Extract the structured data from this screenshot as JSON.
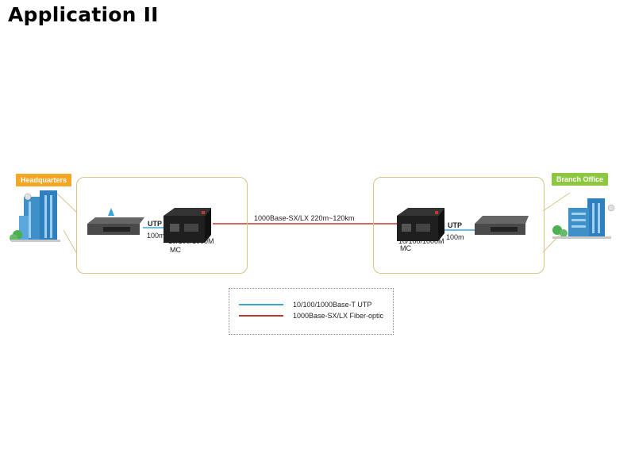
{
  "title": "Application II",
  "sites": {
    "left_tag": "Headquarters",
    "right_tag": "Branch Office"
  },
  "left": {
    "utp_label": "UTP",
    "distance": "100m",
    "mc_model": "10/100/1000M",
    "mc_abbr": "MC"
  },
  "right": {
    "utp_label": "UTP",
    "distance": "100m",
    "mc_model": "10/100/1000M",
    "mc_abbr": "MC"
  },
  "fiber_label": "1000Base-SX/LX 220m~120km",
  "legend": {
    "items": [
      {
        "label": "10/100/1000Base-T UTP",
        "color": "#3aa6d8"
      },
      {
        "label": "1000Base-SX/LX Fiber-optic",
        "color": "#c0392b"
      }
    ]
  },
  "colors": {
    "hq_tag": "#f5a623",
    "branch_tag": "#8dc63f",
    "box_border": "#d9c58a"
  }
}
